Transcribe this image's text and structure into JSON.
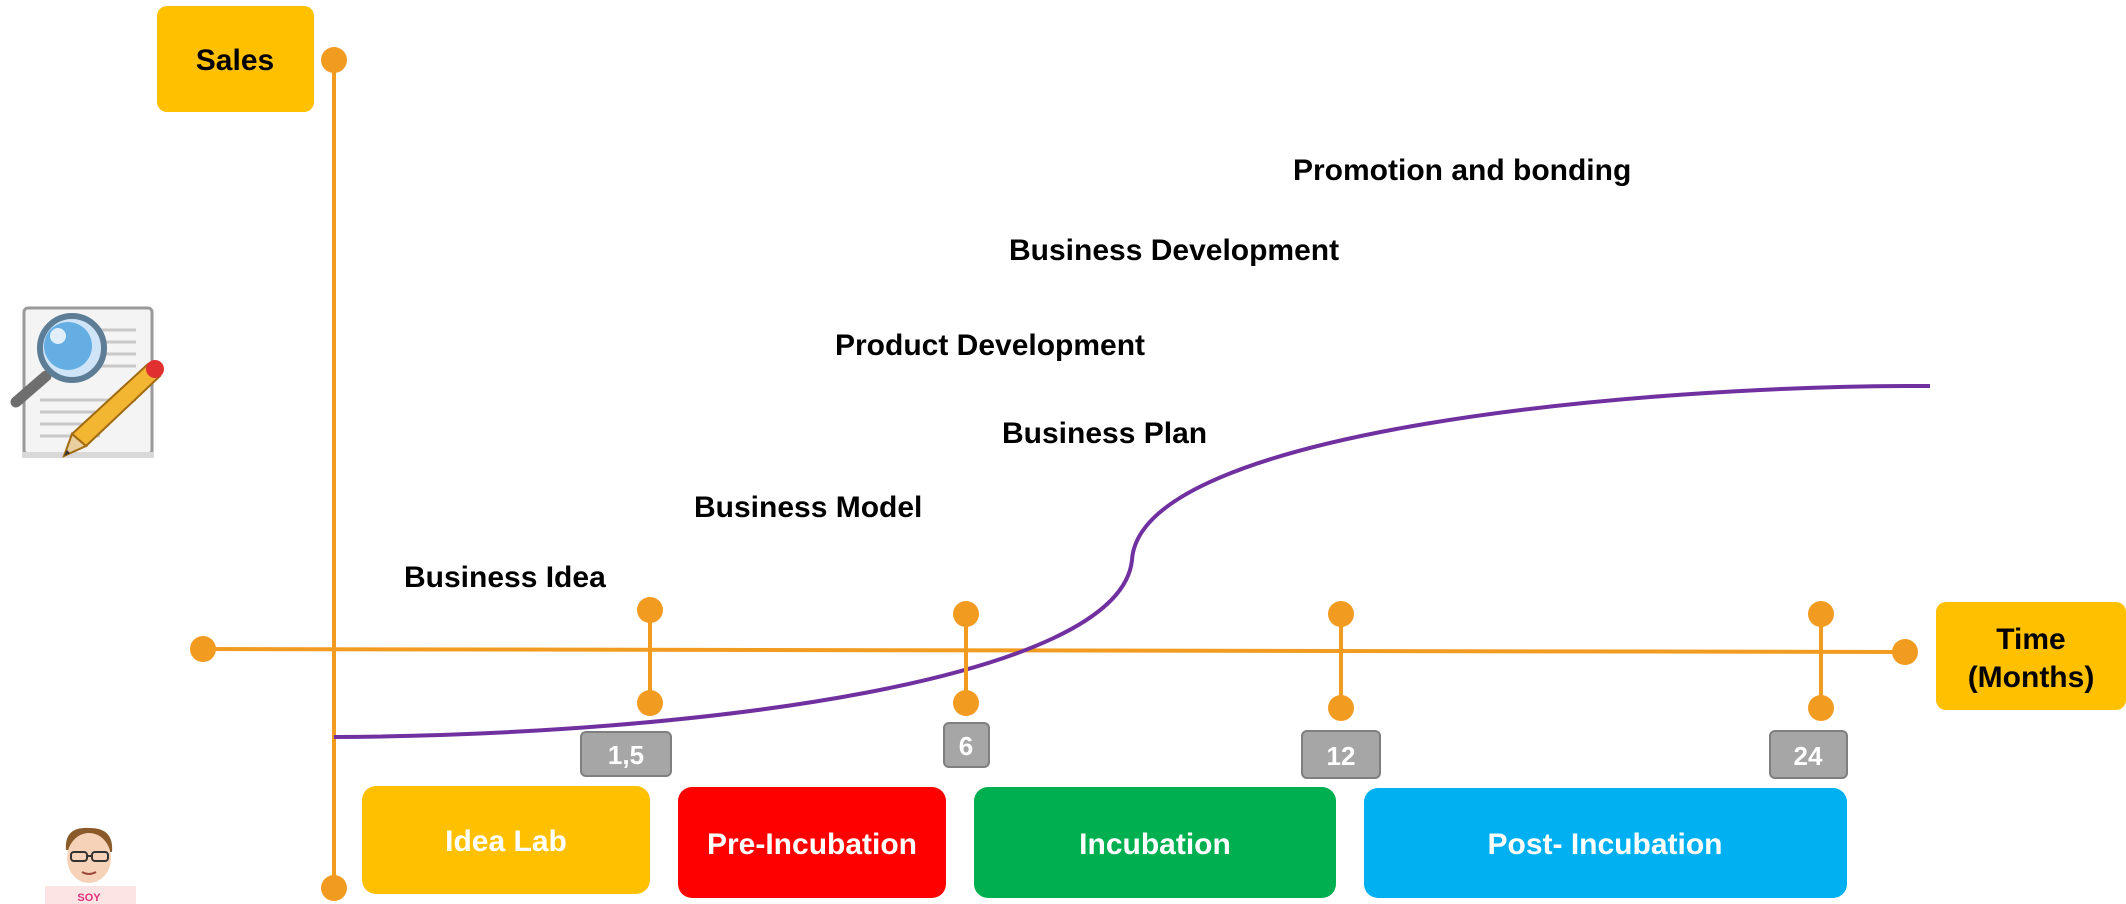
{
  "axes": {
    "y_label": "Sales",
    "x_label_line1": "Time",
    "x_label_line2": "(Months)"
  },
  "steps": [
    {
      "id": "business-idea",
      "label": "Business Idea"
    },
    {
      "id": "business-model",
      "label": "Business Model"
    },
    {
      "id": "business-plan",
      "label": "Business Plan"
    },
    {
      "id": "product-development",
      "label": "Product Development"
    },
    {
      "id": "business-development",
      "label": "Business Development"
    },
    {
      "id": "promotion-bonding",
      "label": "Promotion and bonding"
    }
  ],
  "ticks": [
    {
      "id": "t1",
      "label": "1,5"
    },
    {
      "id": "t2",
      "label": "6"
    },
    {
      "id": "t3",
      "label": "12"
    },
    {
      "id": "t4",
      "label": "24"
    }
  ],
  "stages": [
    {
      "id": "idea-lab",
      "label": "Idea Lab",
      "color": "#FFC000"
    },
    {
      "id": "pre-incubation",
      "label": "Pre-Incubation",
      "color": "#FF0000"
    },
    {
      "id": "incubation",
      "label": "Incubation",
      "color": "#00B050"
    },
    {
      "id": "post-incubation",
      "label": "Post- Incubation",
      "color": "#00B0F0"
    }
  ],
  "avatar": {
    "badge_text": "SOY"
  },
  "colors": {
    "axis": "#F29B21",
    "curve": "#7030A0",
    "label_box": "#FFC000",
    "tick_badge": "#A6A6A6"
  }
}
